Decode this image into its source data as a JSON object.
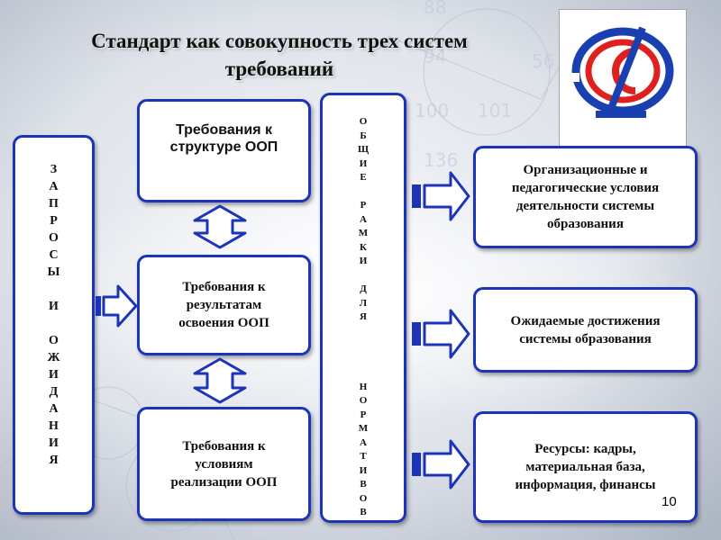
{
  "title": "Стандарт как совокупность трех систем требований",
  "left_box": {
    "text": "ЗАПРОСЫ И ОЖИДАНИЯ",
    "letters": [
      "З",
      "А",
      "П",
      "Р",
      "О",
      "С",
      "Ы",
      "",
      "И",
      "",
      "О",
      "Ж",
      "И",
      "Д",
      "А",
      "Н",
      "И",
      "Я"
    ]
  },
  "center_boxes": [
    {
      "text": "Требования к структуре ООП"
    },
    {
      "text": "Требования к результатам освоения ООП"
    },
    {
      "text": "Требования к условиям реализации ООП"
    }
  ],
  "middle_column": {
    "text": "ОБЩИЕ РАМКИ ДЛЯ НОРМАТИВОВ",
    "letters": [
      "О",
      "Б",
      "Щ",
      "И",
      "Е",
      "",
      "Р",
      "А",
      "М",
      "К",
      "И",
      "",
      "Д",
      "Л",
      "Я",
      "",
      "",
      "",
      "",
      "Н",
      "О",
      "Р",
      "М",
      "А",
      "Т",
      "И",
      "В",
      "О",
      "В"
    ]
  },
  "right_boxes": [
    {
      "text": "Организационные и педагогические условия деятельности системы образования"
    },
    {
      "text": "Ожидаемые достижения системы образования"
    },
    {
      "text": "Ресурсы: кадры, материальная база, информация, финансы"
    }
  ],
  "page_number": "10",
  "colors": {
    "border": "#1c35b8",
    "arrow_fill": "#ffffff",
    "logo_blue": "#1a3fb0",
    "logo_red": "#e0201e"
  }
}
